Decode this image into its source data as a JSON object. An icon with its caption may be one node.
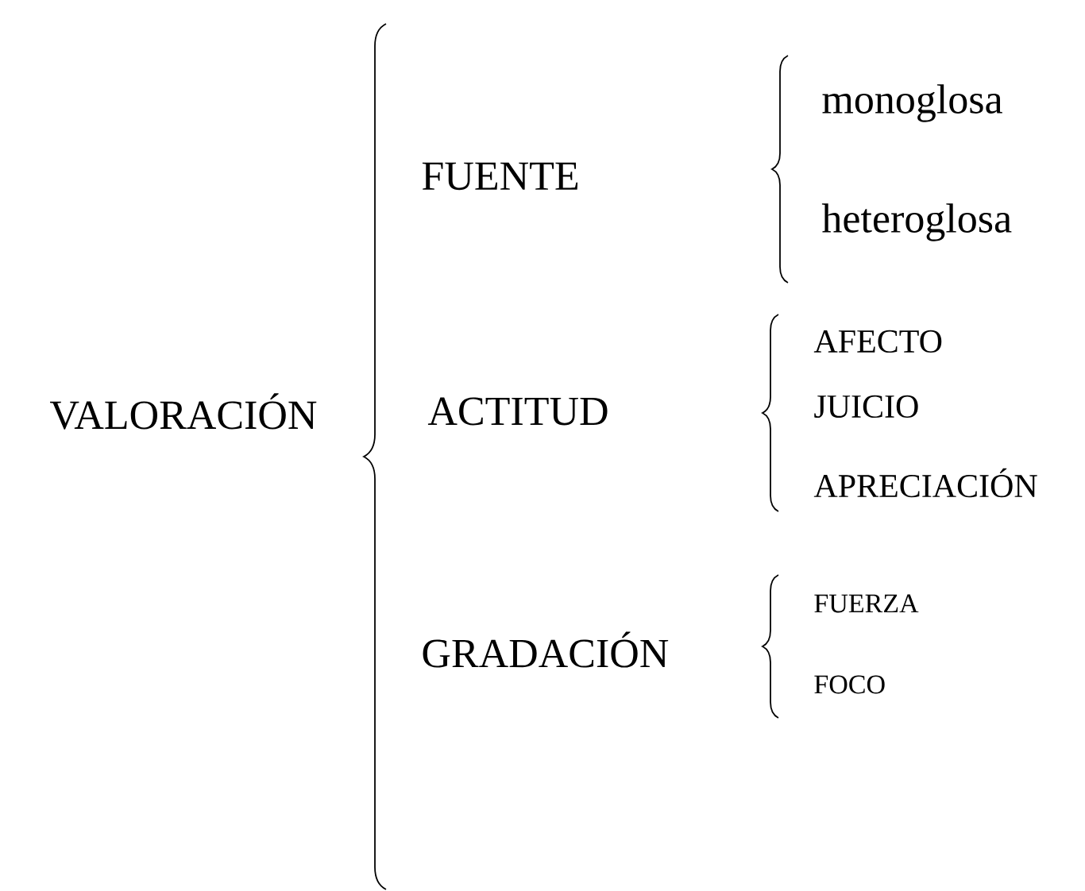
{
  "diagram": {
    "nodes": [
      {
        "text": [
          "VALORACIÓN"
        ]
      },
      {
        "text": [
          "FUENTE"
        ]
      },
      {
        "text": [
          "monoglosa"
        ]
      },
      {
        "text": [
          "heteroglosa"
        ]
      },
      {
        "text": [
          "ACTITUD"
        ]
      },
      {
        "text": [
          "AFECTO"
        ]
      },
      {
        "text": [
          "JUICIO"
        ]
      },
      {
        "text": [
          "APRECIACIÓN"
        ]
      },
      {
        "text": [
          "GRADACIÓN"
        ]
      },
      {
        "text": [
          "FUERZA"
        ]
      },
      {
        "text": [
          "FOCO"
        ]
      }
    ]
  }
}
